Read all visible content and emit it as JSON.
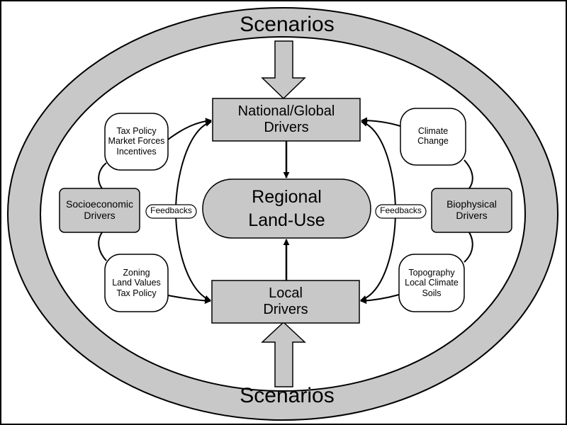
{
  "colors": {
    "ring": "#c8c8c8",
    "box": "#c8c8c8",
    "bubble": "#ffffff",
    "stroke": "#000000",
    "frame": "#000000"
  },
  "outer_ring": {
    "top_label": "Scenarios",
    "bottom_label": "Scenarios"
  },
  "nodes": {
    "national_global": {
      "line1": "National/Global",
      "line2": "Drivers"
    },
    "local": {
      "line1": "Local",
      "line2": "Drivers"
    },
    "regional": {
      "line1": "Regional",
      "line2": "Land-Use"
    },
    "socioeconomic": {
      "line1": "Socioeconomic",
      "line2": "Drivers"
    },
    "biophysical": {
      "line1": "Biophysical",
      "line2": "Drivers"
    },
    "tax_policy_bubble": {
      "line1": "Tax Policy",
      "line2": "Market Forces",
      "line3": "Incentives"
    },
    "zoning_bubble": {
      "line1": "Zoning",
      "line2": "Land Values",
      "line3": "Tax Policy"
    },
    "climate_bubble": {
      "line1": "Climate",
      "line2": "Change"
    },
    "topography_bubble": {
      "line1": "Topography",
      "line2": "Local Climate",
      "line3": "Soils"
    },
    "feedbacks_left": {
      "label": "Feedbacks"
    },
    "feedbacks_right": {
      "label": "Feedbacks"
    }
  }
}
